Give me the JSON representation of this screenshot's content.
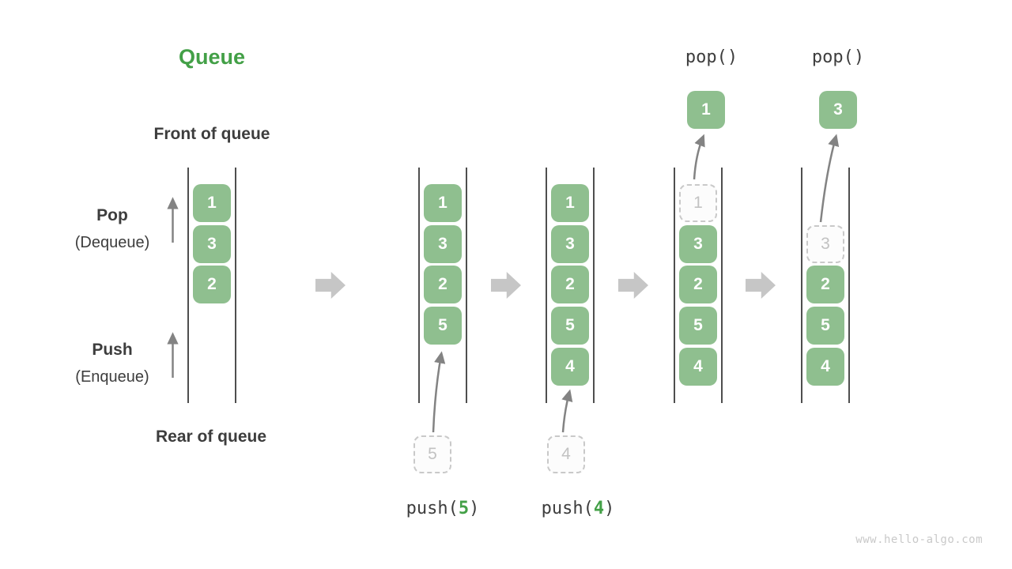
{
  "title": "Queue",
  "side_labels": {
    "front": "Front of queue",
    "rear": "Rear of queue",
    "pop": "Pop",
    "pop_sub": "(Dequeue)",
    "push": "Push",
    "push_sub": "(Enqueue)"
  },
  "queues": [
    {
      "items": [
        {
          "value": "1"
        },
        {
          "value": "3"
        },
        {
          "value": "2"
        }
      ]
    },
    {
      "items": [
        {
          "value": "1"
        },
        {
          "value": "3"
        },
        {
          "value": "2"
        },
        {
          "value": "5"
        }
      ]
    },
    {
      "items": [
        {
          "value": "1"
        },
        {
          "value": "3"
        },
        {
          "value": "2"
        },
        {
          "value": "5"
        },
        {
          "value": "4"
        }
      ]
    },
    {
      "items": [
        {
          "value": "1",
          "ghost": true
        },
        {
          "value": "3"
        },
        {
          "value": "2"
        },
        {
          "value": "5"
        },
        {
          "value": "4"
        }
      ]
    },
    {
      "items": [
        {
          "value": "3",
          "ghost": true
        },
        {
          "value": "2"
        },
        {
          "value": "5"
        },
        {
          "value": "4"
        }
      ]
    }
  ],
  "operations": {
    "push5": {
      "fn": "push(",
      "arg": "5",
      "close": ")",
      "item": "5"
    },
    "push4": {
      "fn": "push(",
      "arg": "4",
      "close": ")",
      "item": "4"
    },
    "pop1": {
      "label": "pop()",
      "item": "1"
    },
    "pop2": {
      "label": "pop()",
      "item": "3"
    }
  },
  "watermark": "www.hello-algo.com",
  "colors": {
    "item_green": "#8fbf8f",
    "accent_green": "#43a047",
    "text_dark": "#3d3d3d",
    "thin_arrow": "#838383",
    "block_arrow": "#c6c6c6",
    "ghost_border": "#c9c9c9",
    "ghost_text": "#c2c2c2",
    "wall_line": "#4e4e4e",
    "watermark_gray": "#c9c9c9"
  }
}
